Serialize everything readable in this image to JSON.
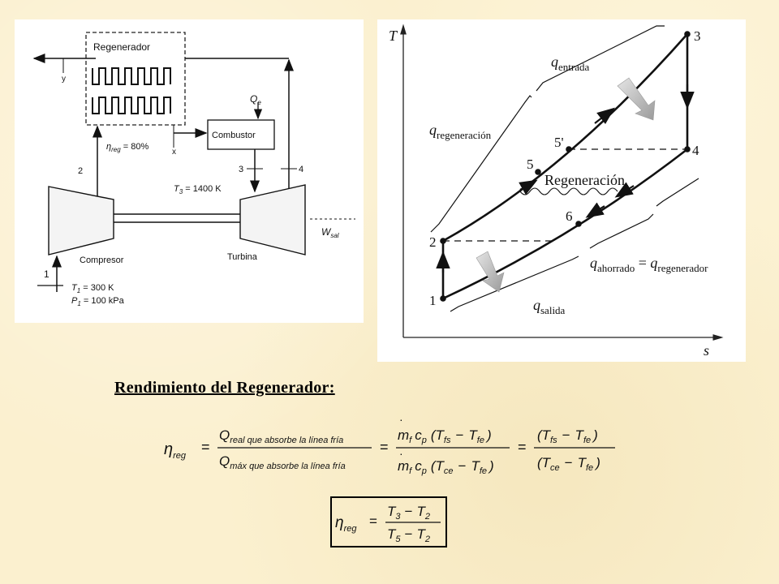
{
  "cycle_schematic": {
    "regenerator_label": "Regenerador",
    "combustor_label": "Combustor",
    "compressor_label": "Compresor",
    "turbine_label": "Turbina",
    "efficiency_label": "η",
    "efficiency_sub": "reg",
    "efficiency_value": " = 80%",
    "heat_in_label": "Q",
    "heat_in_sub": "e",
    "turbine_work_label": "W",
    "turbine_work_sub": "sal",
    "t3_label": "T",
    "t3_sub": "3",
    "t3_value": " = 1400 K",
    "t1_label": "T",
    "t1_sub": "1",
    "t1_value": " = 300 K",
    "p1_label": "P",
    "p1_sub": "1",
    "p1_value": " = 100 kPa",
    "state_labels": [
      "1",
      "2",
      "3",
      "4",
      "x",
      "y"
    ]
  },
  "ts_diagram": {
    "axis_t": "T",
    "axis_s": "s",
    "points": [
      "1",
      "2",
      "3",
      "4",
      "5",
      "5'",
      "6"
    ],
    "q_in_label": "q",
    "q_in_sub": "entrada",
    "q_regen_label": "q",
    "q_regen_sub": "regeneración",
    "regen_label": "Regeneración",
    "q_saved_label": "q",
    "q_saved_sub": "ahorrado",
    "q_saved_eq": " = ",
    "q_saved_label2": "q",
    "q_saved_sub2": "regenerador",
    "q_out_label": "q",
    "q_out_sub": "salida"
  },
  "title": "Rendimiento del Regenerador:",
  "equation": {
    "lhs_symbol": "η",
    "lhs_sub": "reg",
    "equals": "=",
    "frac1_num_symbol": "Q",
    "frac1_num_sub": "real que absorbe la línea fría",
    "frac1_den_symbol": "Q",
    "frac1_den_sub": "máx que absorbe la línea fría",
    "frac2_num": "m",
    "frac2_num_sub": "f",
    "frac2_cp": "c",
    "frac2_cp_sub": "p",
    "frac2_num_paren": "(T",
    "frac2_num_t1_sub": "fs",
    "minus": "−",
    "frac2_num_t2": "T",
    "frac2_num_t2_sub": "fe",
    "close_paren": ")",
    "frac2_den_t1_sub": "ce",
    "frac2_den_t2_sub": "fe",
    "frac3_num_t1_sub": "fs",
    "frac3_num_t2_sub": "fe",
    "frac3_den_t1_sub": "ce",
    "frac3_den_t2_sub": "fe"
  },
  "boxed_equation": {
    "lhs_symbol": "η",
    "lhs_sub": "reg",
    "equals": "=",
    "num_t1": "T",
    "num_t1_sub": "3",
    "num_t2": "T",
    "num_t2_sub": "2",
    "den_t1": "T",
    "den_t1_sub": "5",
    "den_t2": "T",
    "den_t2_sub": "2",
    "minus": "−"
  }
}
